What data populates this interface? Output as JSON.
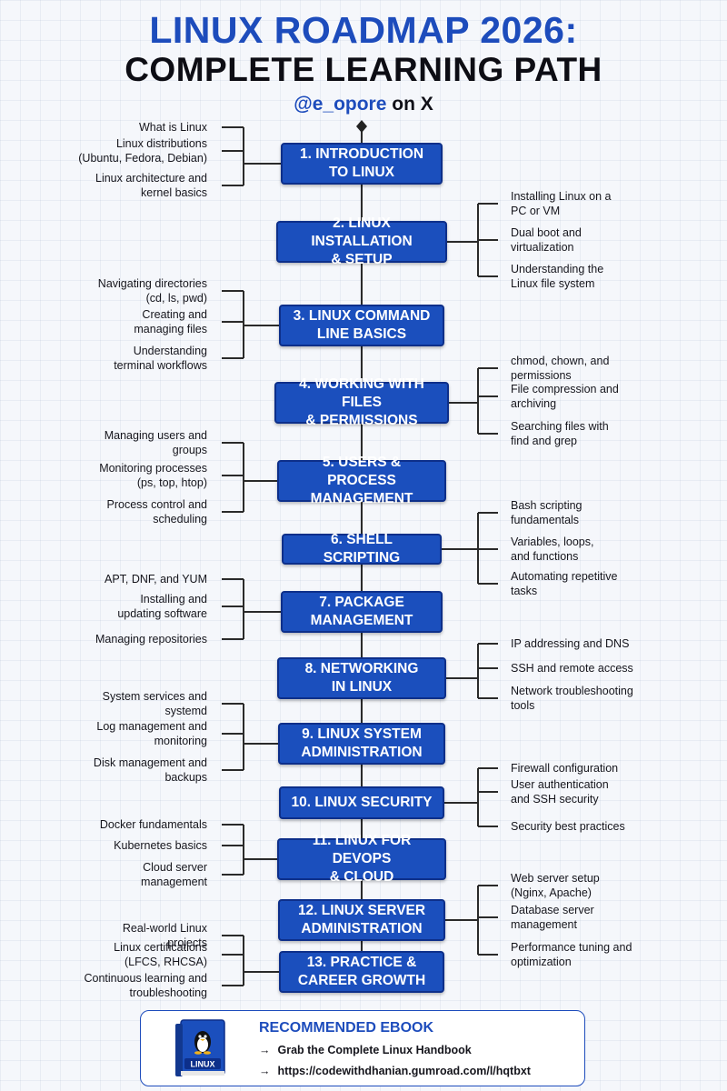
{
  "header": {
    "title_line1": "LINUX ROADMAP 2026:",
    "title_line2": "COMPLETE LEARNING PATH",
    "handle": "@e_opore",
    "handle_suffix": " on X"
  },
  "colors": {
    "accent": "#1d4cbc",
    "box_fill": "#1b4fbd",
    "box_border": "#0d2f8a",
    "line": "#2a2a2a"
  },
  "steps": [
    {
      "label": "1. INTRODUCTION\nTO LINUX",
      "side": "left",
      "items": [
        "What is Linux",
        "Linux distributions\n(Ubuntu, Fedora, Debian)",
        "Linux architecture and\nkernel basics"
      ]
    },
    {
      "label": "2. LINUX INSTALLATION\n& SETUP",
      "side": "right",
      "items": [
        "Installing Linux on a\nPC or VM",
        "Dual boot and\nvirtualization",
        "Understanding the\nLinux file system"
      ]
    },
    {
      "label": "3. LINUX COMMAND\nLINE BASICS",
      "side": "left",
      "items": [
        "Navigating directories\n(cd, ls, pwd)",
        "Creating and\nmanaging files",
        "Understanding\nterminal workflows"
      ]
    },
    {
      "label": "4. WORKING WITH FILES\n& PERMISSIONS",
      "side": "right",
      "items": [
        "chmod, chown, and\npermissions",
        "File compression and\narchiving",
        "Searching files with\nfind and grep"
      ]
    },
    {
      "label": "5. USERS & PROCESS\nMANAGEMENT",
      "side": "left",
      "items": [
        "Managing users and\ngroups",
        "Monitoring processes\n(ps, top, htop)",
        "Process control and\nscheduling"
      ]
    },
    {
      "label": "6. SHELL SCRIPTING",
      "side": "right",
      "items": [
        "Bash scripting\nfundamentals",
        "Variables, loops,\nand functions",
        "Automating repetitive\ntasks"
      ]
    },
    {
      "label": "7. PACKAGE\nMANAGEMENT",
      "side": "left",
      "items": [
        "APT, DNF, and YUM",
        "Installing and\nupdating software",
        "Managing repositories"
      ]
    },
    {
      "label": "8. NETWORKING\nIN LINUX",
      "side": "right",
      "items": [
        "IP addressing and DNS",
        "SSH and remote access",
        "Network troubleshooting\ntools"
      ]
    },
    {
      "label": "9. LINUX SYSTEM\nADMINISTRATION",
      "side": "left",
      "items": [
        "System services and\nsystemd",
        "Log management and\nmonitoring",
        "Disk management and\nbackups"
      ]
    },
    {
      "label": "10. LINUX SECURITY",
      "side": "right",
      "items": [
        "Firewall configuration",
        "User authentication\nand SSH security",
        "Security best practices"
      ]
    },
    {
      "label": "11. LINUX FOR DEVOPS\n& CLOUD",
      "side": "left",
      "items": [
        "Docker fundamentals",
        "Kubernetes basics",
        "Cloud server\nmanagement"
      ]
    },
    {
      "label": "12. LINUX SERVER\nADMINISTRATION",
      "side": "right",
      "items": [
        "Web server setup\n(Nginx, Apache)",
        "Database server\nmanagement",
        "Performance tuning and\noptimization"
      ]
    },
    {
      "label": "13. PRACTICE &\nCAREER GROWTH",
      "side": "left",
      "items": [
        "Real-world Linux\nprojects",
        "Linux certifications\n(LFCS, RHCSA)",
        "Continuous learning and\ntroubleshooting"
      ]
    }
  ],
  "ebook": {
    "title": "RECOMMENDED EBOOK",
    "line1": "Grab the Complete Linux Handbook",
    "line2": "https://codewithdhanian.gumroad.com/l/hqtbxt",
    "book_label": "LINUX",
    "arrow_icon": "arrow-right-icon",
    "book_icon": "tux-book-icon"
  }
}
